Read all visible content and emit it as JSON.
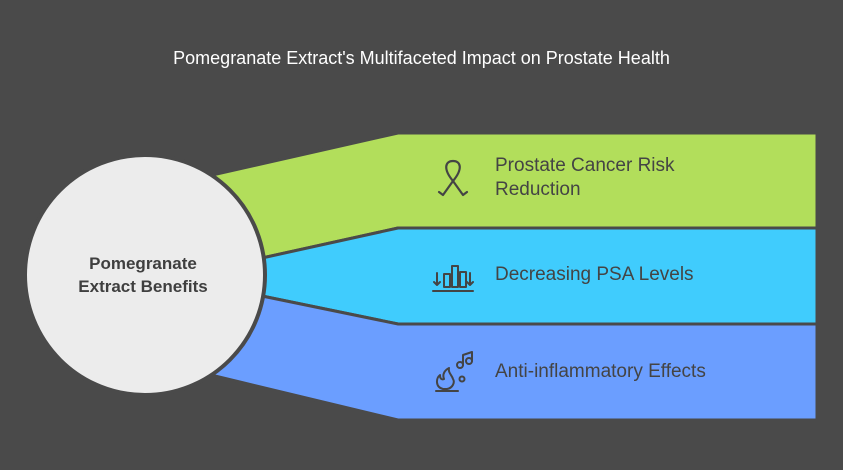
{
  "title": "Pomegranate Extract's Multifaceted Impact on Prostate Health",
  "hub": {
    "label_line1": "Pomegranate",
    "label_line2": "Extract Benefits"
  },
  "branches": [
    {
      "line1": "Prostate Cancer Risk",
      "line2": "Reduction",
      "icon": "awareness-ribbon-icon",
      "color": "#b2de5b"
    },
    {
      "line1": "Decreasing PSA Levels",
      "icon": "decreasing-bars-icon",
      "color": "#40ccfd"
    },
    {
      "line1": "Anti-inflammatory Effects",
      "icon": "fire-icon",
      "color": "#6b9eff"
    }
  ],
  "colors": {
    "background": "#4a4a4a",
    "hub": "#ececec",
    "outline": "#4a4a4a"
  }
}
